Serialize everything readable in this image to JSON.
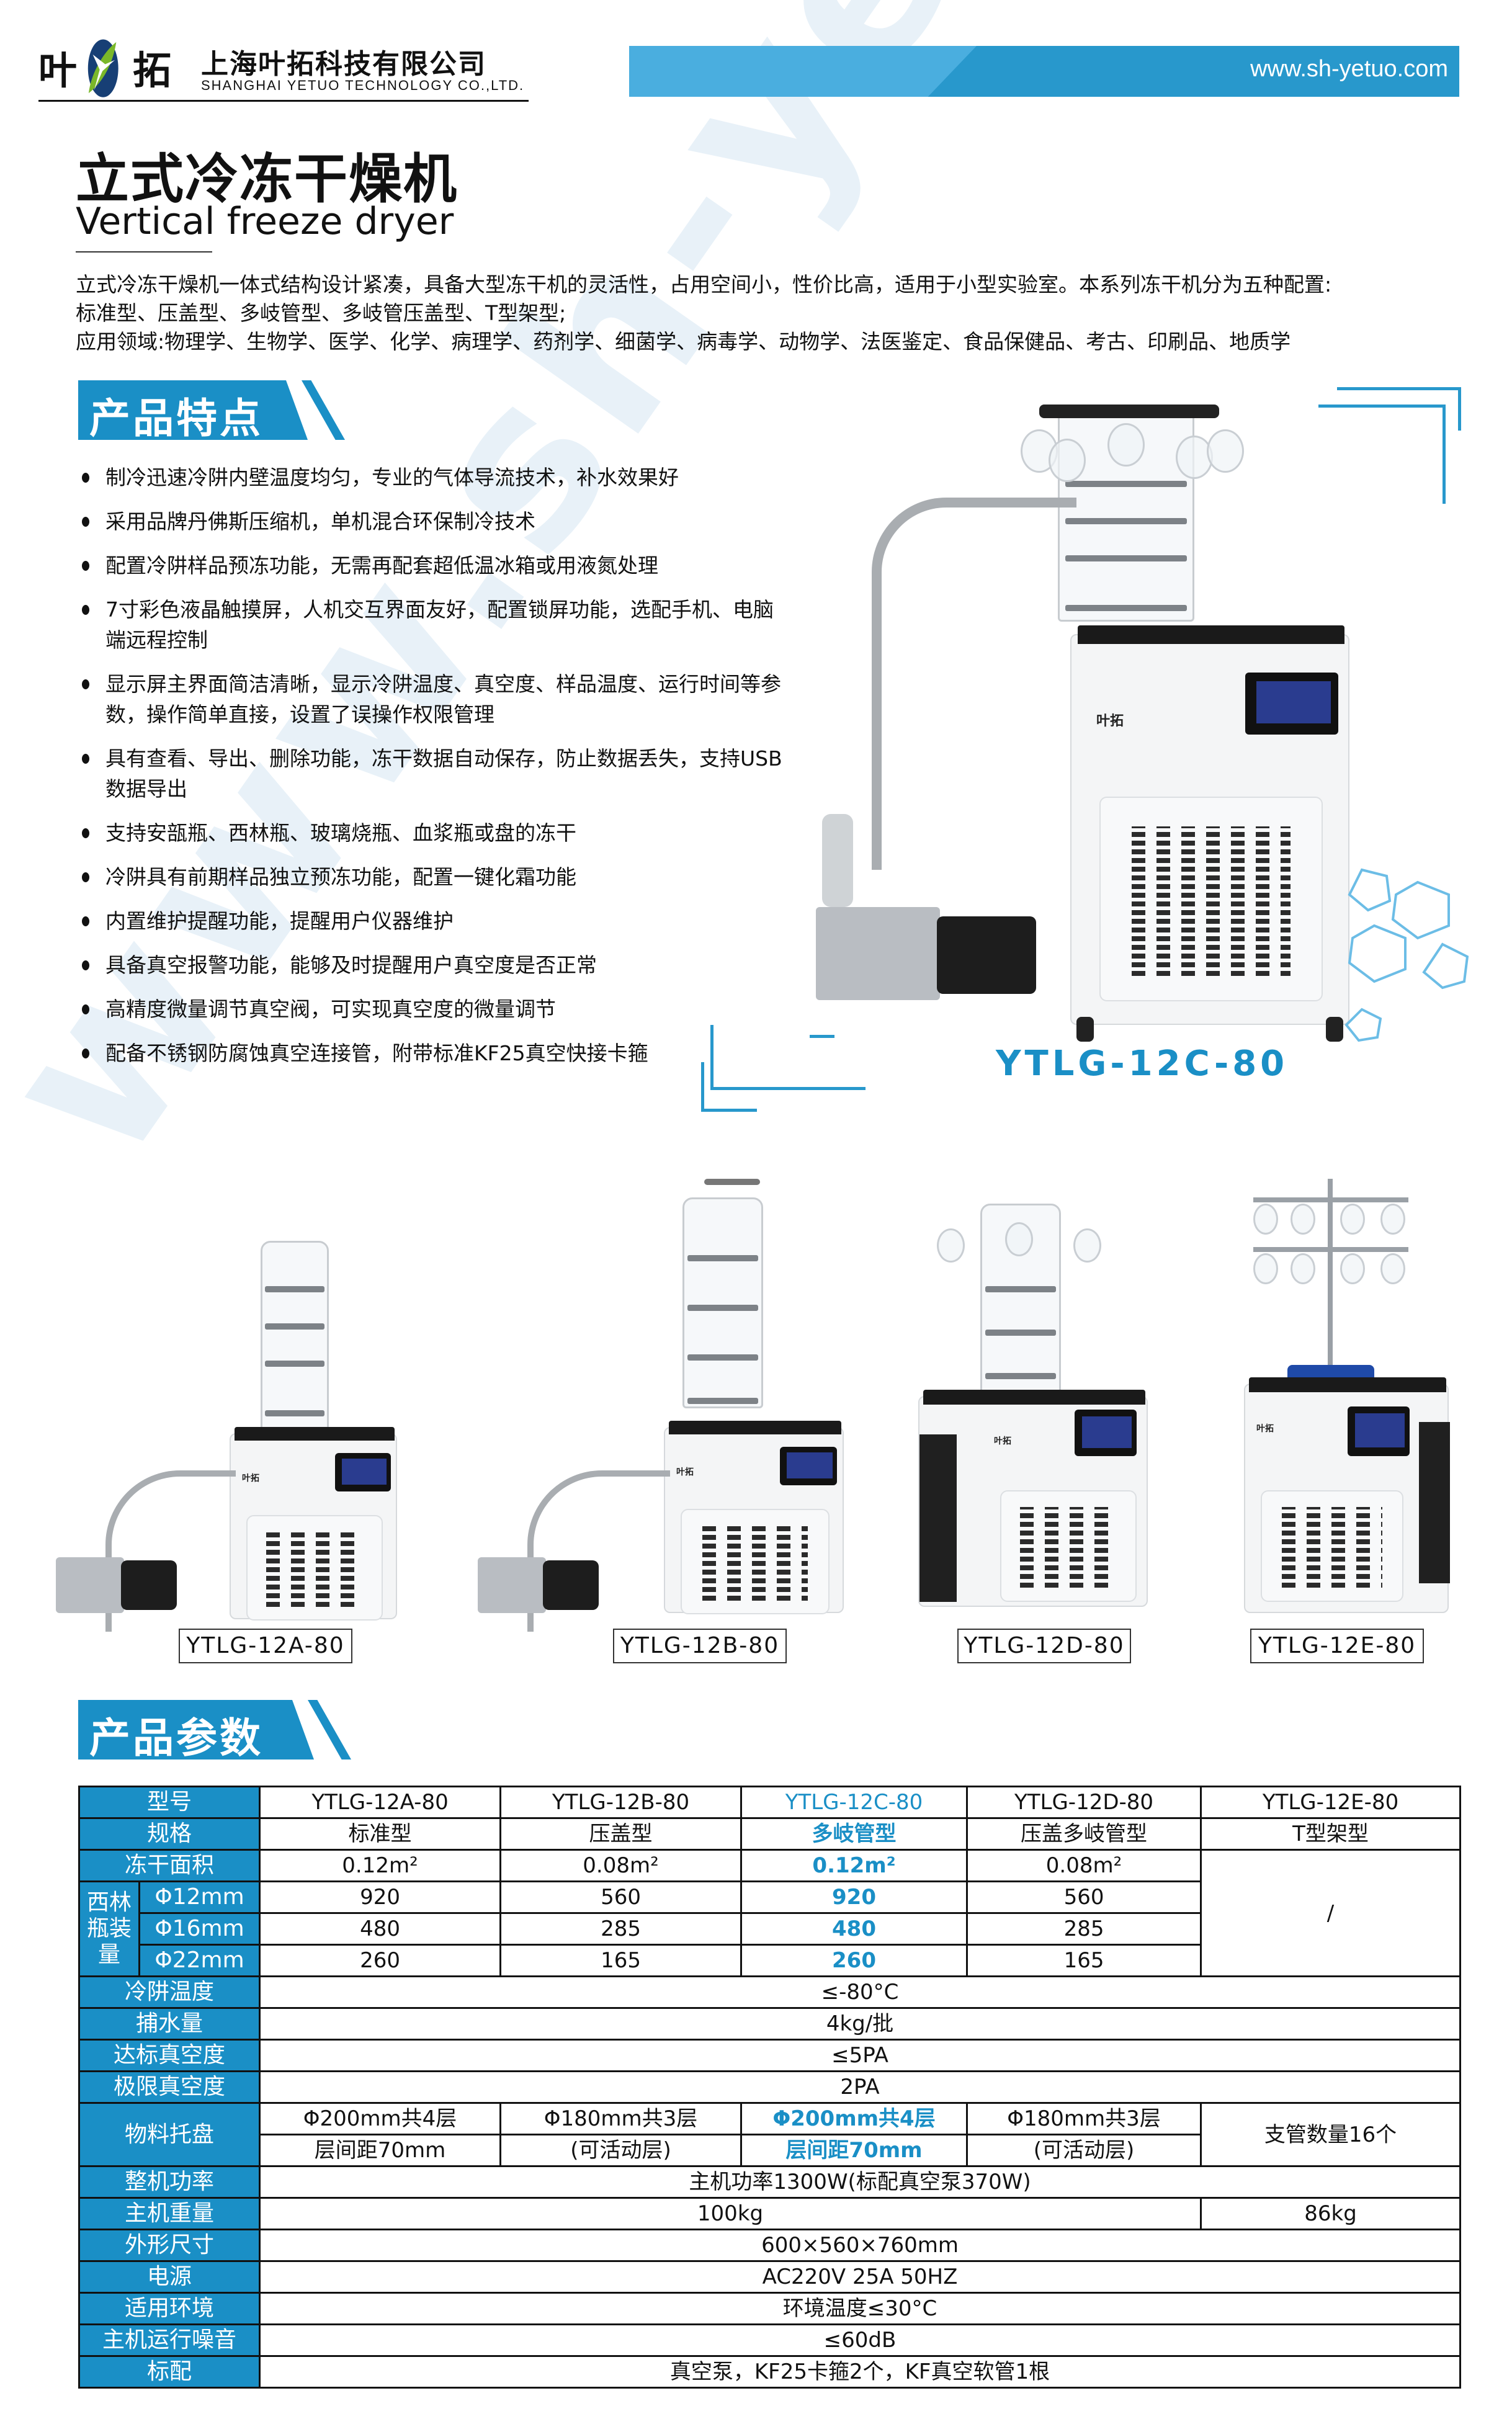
{
  "header": {
    "logo_char_left": "叶",
    "logo_char_right": "拓",
    "company_cn": "上海叶拓科技有限公司",
    "company_en": "SHANGHAI YETUO TECHNOLOGY CO.,LTD.",
    "website": "www.sh-yetuo.com",
    "colors": {
      "brand_blue": "#1a8fc6",
      "banner_dark": "#2898cc",
      "banner_light": "#4aaedf",
      "leaf_green": "#7ab82a",
      "emblem_navy": "#173f75"
    }
  },
  "title": {
    "cn": "立式冷冻干燥机",
    "en": "Vertical freeze dryer"
  },
  "intro": {
    "line1": "立式冷冻干燥机一体式结构设计紧凑，具备大型冻干机的灵活性，占用空间小，性价比高，适用于小型实验室。本系列冻干机分为五种配置:",
    "line2": "标准型、压盖型、多岐管型、多岐管压盖型、T型架型;",
    "line3": "应用领域:物理学、生物学、医学、化学、病理学、药剂学、细菌学、病毒学、动物学、法医鉴定、食品保健品、考古、印刷品、地质学"
  },
  "features": {
    "heading": "产品特点",
    "items": [
      "制冷迅速冷阱内壁温度均匀，专业的气体导流技术，补水效果好",
      "采用品牌丹佛斯压缩机，单机混合环保制冷技术",
      "配置冷阱样品预冻功能，无需再配套超低温冰箱或用液氮处理",
      "7寸彩色液晶触摸屏，人机交互界面友好，配置锁屏功能，选配手机、电脑端远程控制",
      "显示屏主界面简洁清晰，显示冷阱温度、真空度、样品温度、运行时间等参数，操作简单直接，设置了误操作权限管理",
      "具有查看、导出、删除功能，冻干数据自动保存，防止数据丢失，支持USB数据导出",
      "支持安瓿瓶、西林瓶、玻璃烧瓶、血浆瓶或盘的冻干",
      "冷阱具有前期样品独立预冻功能，配置一键化霜功能",
      "内置维护提醒功能，提醒用户仪器维护",
      "具备真空报警功能，能够及时提醒用户真空度是否正常",
      "高精度微量调节真空阀，可实现真空度的微量调节",
      "配备不锈钢防腐蚀真空连接管，附带标准KF25真空快接卡箍"
    ]
  },
  "hero": {
    "model": "YTLG-12C-80",
    "brand_text": "叶拓"
  },
  "products": [
    {
      "model": "YTLG-12A-80",
      "type": "standard"
    },
    {
      "model": "YTLG-12B-80",
      "type": "press-lid"
    },
    {
      "model": "YTLG-12D-80",
      "type": "press-lid-manifold"
    },
    {
      "model": "YTLG-12E-80",
      "type": "t-rack"
    }
  ],
  "watermark": "www.sh-yetuo.com",
  "params": {
    "heading": "产品参数",
    "labels": {
      "model": "型号",
      "spec": "规格",
      "area": "冻干面积",
      "vial_group": "西林瓶装量",
      "vial_12": "Φ12mm",
      "vial_16": "Φ16mm",
      "vial_22": "Φ22mm",
      "trap_temp": "冷阱温度",
      "capacity": "捕水量",
      "std_vacuum": "达标真空度",
      "ult_vacuum": "极限真空度",
      "tray": "物料托盘",
      "power": "整机功率",
      "weight": "主机重量",
      "size": "外形尺寸",
      "supply": "电源",
      "environment": "适用环境",
      "noise": "主机运行噪音",
      "standard": "标配"
    },
    "models": [
      "YTLG-12A-80",
      "YTLG-12B-80",
      "YTLG-12C-80",
      "YTLG-12D-80",
      "YTLG-12E-80"
    ],
    "specs": [
      "标准型",
      "压盖型",
      "多岐管型",
      "压盖多岐管型",
      "T型架型"
    ],
    "areas": [
      "0.12m²",
      "0.08m²",
      "0.12m²",
      "0.08m²"
    ],
    "vial_12": [
      "920",
      "560",
      "920",
      "560"
    ],
    "vial_16": [
      "480",
      "285",
      "480",
      "285"
    ],
    "vial_22": [
      "260",
      "165",
      "260",
      "165"
    ],
    "vial_e": "/",
    "trap_temp": "≤-80°C",
    "capacity": "4kg/批",
    "std_vacuum": "≤5PA",
    "ult_vacuum": "2PA",
    "tray_line1": [
      "Φ200mm共4层",
      "Φ180mm共3层",
      "Φ200mm共4层",
      "Φ180mm共3层"
    ],
    "tray_line2": [
      "层间距70mm",
      "(可活动层)",
      "层间距70mm",
      "(可活动层)"
    ],
    "tray_e": "支管数量16个",
    "power": "主机功率1300W(标配真空泵370W)",
    "weight_main": "100kg",
    "weight_e": "86kg",
    "size": "600×560×760mm",
    "supply": "AC220V 25A 50HZ",
    "environment": "环境温度≤30°C",
    "noise": "≤60dB",
    "standard": "真空泵，KF25卡箍2个，KF真空软管1根",
    "highlight_model": "YTLG-12C-80",
    "highlight_color": "#1a8fc6"
  }
}
